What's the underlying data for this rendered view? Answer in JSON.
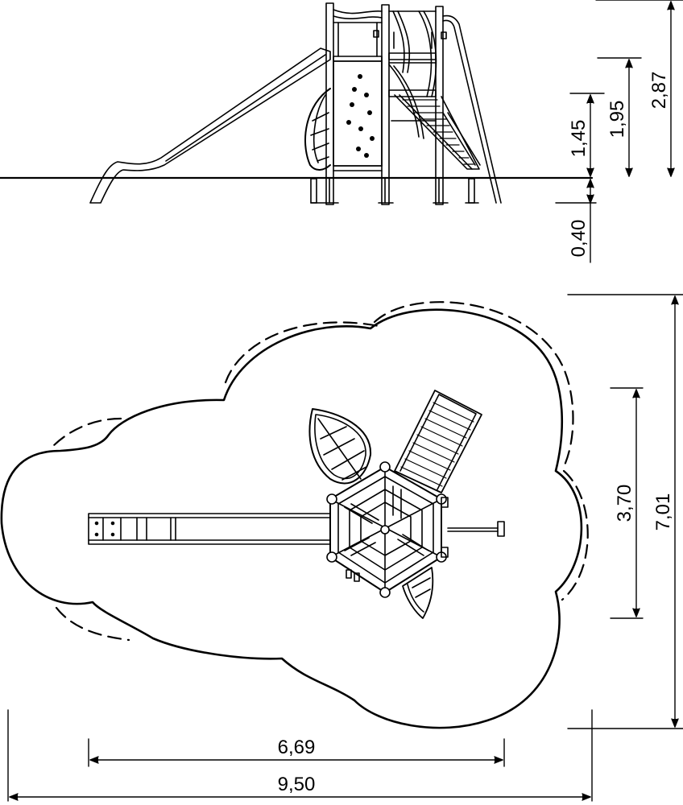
{
  "drawing": {
    "views": [
      "side-elevation",
      "plan-view"
    ],
    "elevation_dimensions": {
      "overall_height": "2,87",
      "platform_height_upper": "1,95",
      "platform_height": "1,45",
      "foundation_depth": "0,40"
    },
    "plan_dimensions": {
      "safety_zone_depth": "7,01",
      "equipment_depth": "3,70",
      "equipment_length": "6,69",
      "safety_zone_length": "9,50"
    },
    "icons": {
      "side_view": "playground-tower-slide-elevation",
      "plan_view": "playground-safety-zone-plan"
    }
  }
}
